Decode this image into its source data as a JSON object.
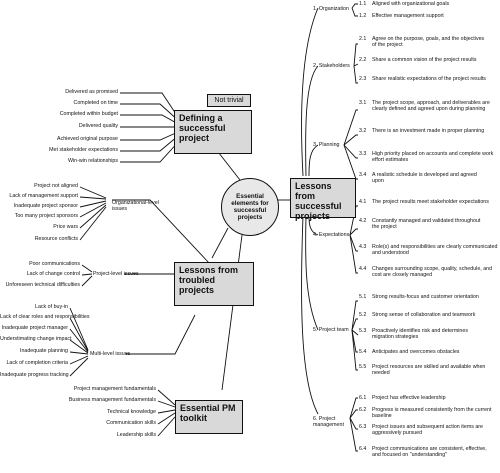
{
  "center": "Essential elements for successful projects",
  "note": "Not trivial",
  "defining": {
    "title": "Defining a successful project",
    "items": [
      "Delivered as promised",
      "Completed on time",
      "Completed within budget",
      "Delivered quality",
      "Achieved original purpose",
      "Met stakeholder expectations",
      "Win-win relationships"
    ]
  },
  "troubled": {
    "title": "Lessons from troubled projects",
    "org_label": "Organizational-level issues",
    "org_items": [
      "Project not aligned",
      "Lack of management support",
      "Inadequate project sponsor",
      "Too many project sponsors",
      "Price wars",
      "Resource conflicts"
    ],
    "proj_label": "Project-level issues",
    "proj_items": [
      "Poor communications",
      "Lack of change control",
      "Unforeseen technical difficulties"
    ],
    "multi_label": "Multi-level issues",
    "multi_items": [
      "Lack of buy-in",
      "Lack of clear roles and responsibilities",
      "Inadequate project manager",
      "Understimating change impact",
      "Inadequate planning",
      "Lack of completion criteria",
      "Inadequate progress tracking"
    ]
  },
  "toolkit": {
    "title": "Essential PM toolkit",
    "items": [
      "Project management fundamentals",
      "Business management fundamentals",
      "Technical knowledge",
      "Communication skills",
      "Leadership skills"
    ]
  },
  "successful": {
    "title": "Lessons from successful projects",
    "groups": [
      {
        "label": "1.  Organization",
        "items": [
          [
            "1.1",
            "Aligned with organizational goals"
          ],
          [
            "1.2",
            "Effective management support"
          ]
        ]
      },
      {
        "label": "2.  Stakeholders",
        "items": [
          [
            "2.1",
            "Agree on the purpose, goals, and the objectives of the project"
          ],
          [
            "2.2",
            "Share a common vision of the project results"
          ],
          [
            "2.3",
            "Share realistic expectations of the project results"
          ]
        ]
      },
      {
        "label": "3.  Planning",
        "items": [
          [
            "3.1",
            "The project scope, approach, and deliverables are clearly defined and agreed upon during planning"
          ],
          [
            "3.2",
            "There is an investment made in proper planning"
          ],
          [
            "3.3",
            "High priority placed on accounts and complete work effort estimates"
          ],
          [
            "3.4",
            "A realistic schedule is developed and agreed upon"
          ]
        ]
      },
      {
        "label": "4.  Expectations",
        "items": [
          [
            "4.1",
            "The project results meet stakeholder expectations"
          ],
          [
            "4.2",
            "Constantly managed and validated throughout the project"
          ],
          [
            "4.3",
            "Role(s) and responsibilities are clearly communicated and understood"
          ],
          [
            "4.4",
            "Changes surrounding scope, quality, schedule, and cost are closely managed"
          ]
        ]
      },
      {
        "label": "5.  Project team",
        "items": [
          [
            "5.1",
            "Strong results-focus and customer orientation"
          ],
          [
            "5.2",
            "Strong sense of collaboration and teamwork"
          ],
          [
            "5.3",
            "Proactively identifies risk and determines migration strategies"
          ],
          [
            "5.4",
            "Anticipates and overcomes obstacles"
          ],
          [
            "5.5",
            "Project resources are skilled and available when needed"
          ]
        ]
      },
      {
        "label": "6.  Project management",
        "items": [
          [
            "6.1",
            "Project has effective leadership"
          ],
          [
            "6.2",
            "Progress is measured consistently from the current baseline"
          ],
          [
            "6.3",
            "Project issues and subsequent action items are aggressively pursued"
          ],
          [
            "6.4",
            "Project communications are consistent, effective, and focused on \"understanding\""
          ]
        ]
      }
    ]
  }
}
